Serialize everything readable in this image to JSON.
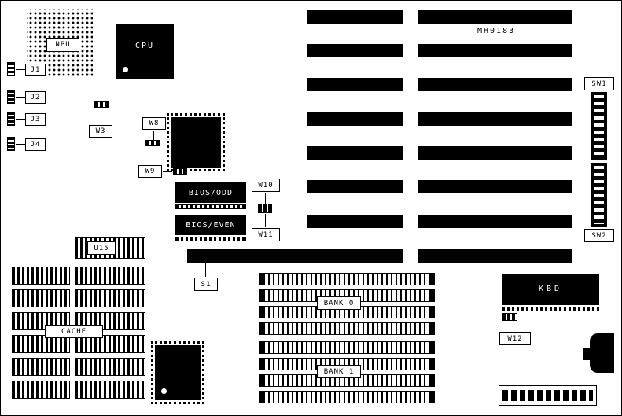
{
  "board": {
    "id_text": "MH0183",
    "labels": {
      "npu": "NPU",
      "cpu": "CPU",
      "j1": "J1",
      "j2": "J2",
      "j3": "J3",
      "j4": "J4",
      "w3": "W3",
      "w8": "W8",
      "w9": "W9",
      "w10": "W10",
      "w11": "W11",
      "w12": "W12",
      "s1": "S1",
      "sw1": "SW1",
      "sw2": "SW2",
      "u15": "U15",
      "cache": "CACHE",
      "bios_odd": "BIOS/ODD",
      "bios_even": "BIOS/EVEN",
      "bank0": "BANK 0",
      "bank1": "BANK 1",
      "kbd": "KBD"
    },
    "colors": {
      "ink": "#000000",
      "background": "#ffffff"
    }
  }
}
